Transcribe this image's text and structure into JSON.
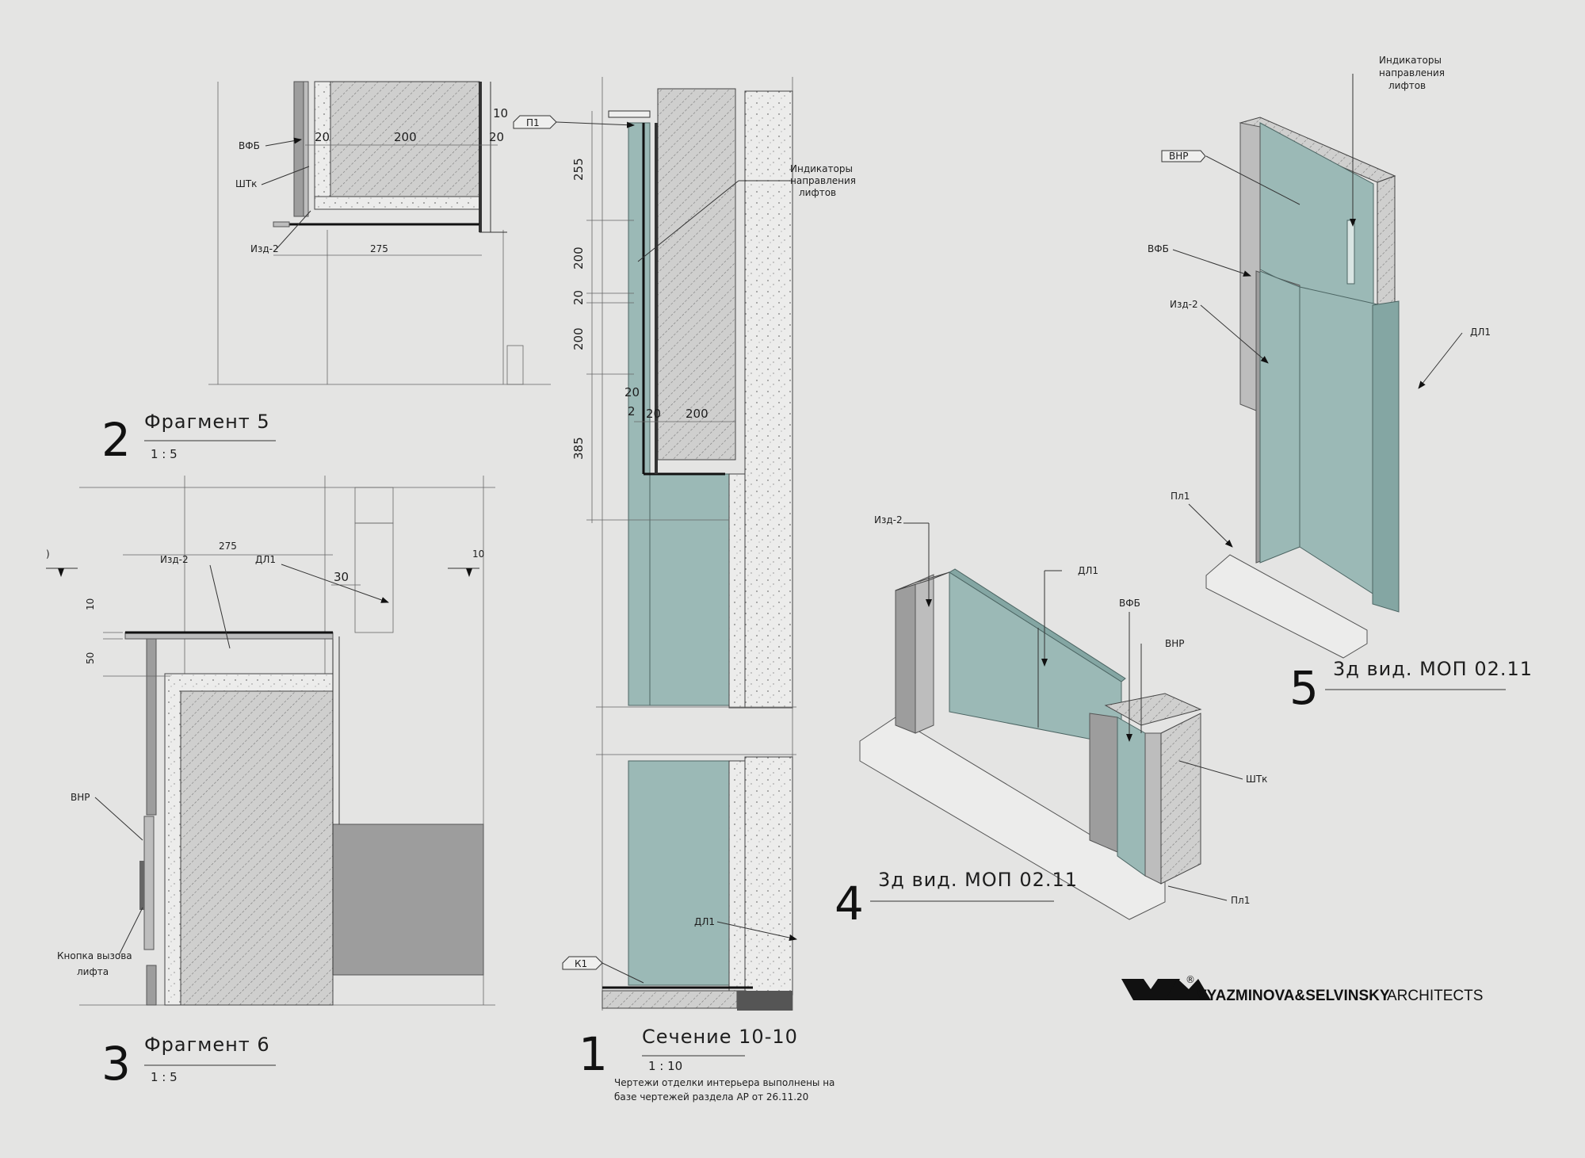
{
  "views": {
    "v1": {
      "number": "1",
      "title": "Сечение 10-10",
      "scale": "1 : 10",
      "note_line1": "Чертежи отделки интерьера выполнены на",
      "note_line2": "базе чертежей раздела АР от 26.11.20",
      "indicator_l1": "Индикаторы",
      "indicator_l2": "направления",
      "indicator_l3": "лифтов",
      "tag_p1": "П1",
      "tag_k1": "К1",
      "lbl_dl1": "ДЛ1",
      "d255": "255",
      "d200a": "200",
      "d20a": "20",
      "d200b": "200",
      "d385": "385",
      "d20b": "20",
      "d2": "2",
      "d20c": "20",
      "d200c": "200"
    },
    "v2": {
      "number": "2",
      "title": "Фрагмент 5",
      "scale": "1 : 5",
      "lbl_vfb": "ВФБ",
      "lbl_shtk": "ШТк",
      "lbl_izd2": "Изд-2",
      "d20a": "20",
      "d200": "200",
      "d20b": "20",
      "d10": "10",
      "d275": "275"
    },
    "v3": {
      "number": "3",
      "title": "Фрагмент 6",
      "scale": "1 : 5",
      "lbl_izd2": "Изд-2",
      "lbl_dl1": "ДЛ1",
      "lbl_vnr": "ВНР",
      "lbl_btn1": "Кнопка вызова",
      "lbl_btn2": "лифта",
      "d275": "275",
      "d30": "30",
      "d10": "10",
      "d50": "50",
      "lvl_right": "10",
      "lvl_left": ")"
    },
    "v4": {
      "number": "4",
      "title": "3д вид. МОП 02.11",
      "lbl_izd2": "Изд-2",
      "lbl_dl1": "ДЛ1",
      "lbl_vfb": "ВФБ",
      "lbl_vnr": "ВНР",
      "lbl_shtk": "ШТк",
      "lbl_pl1": "Пл1"
    },
    "v5": {
      "number": "5",
      "title": "3д вид. МОП 02.11",
      "ind_l1": "Индикаторы",
      "ind_l2": "направления",
      "ind_l3": "лифтов",
      "tag_vnr": "ВНР",
      "lbl_vfb": "ВФБ",
      "lbl_izd2": "Изд-2",
      "lbl_dl1": "ДЛ1",
      "lbl_pl1": "Пл1"
    }
  },
  "logo": {
    "bold": "VYAZMINOVA&SELVINSKY",
    "light": "ARCHITECTS",
    "mark": "®"
  },
  "colors": {
    "background": "#e4e4e3",
    "glass": "#9bb9b6",
    "stone": "#9d9d9d"
  }
}
